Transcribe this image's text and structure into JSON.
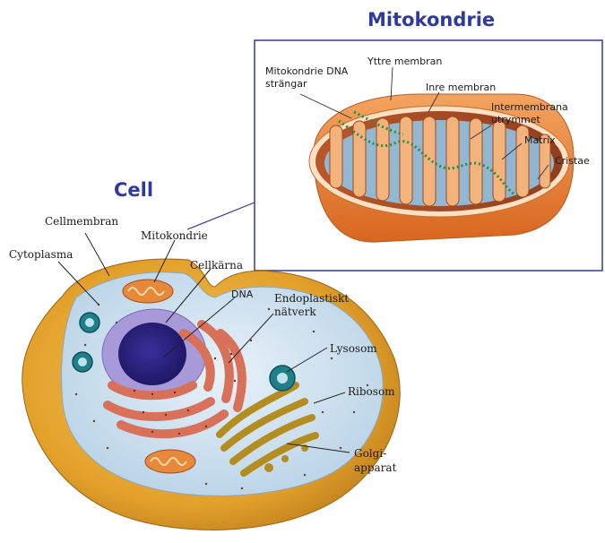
{
  "titles": {
    "mito": "Mitokondrie",
    "cell": "Cell"
  },
  "mito_labels": {
    "dna": "Mitokondrie DNA",
    "dna2": "strängar",
    "outer": "Yttre membran",
    "inner": "Inre membran",
    "inter1": "Intermembrana",
    "inter2": "utrymmet",
    "matrix": "Matrix",
    "cristae": "Cristae"
  },
  "cell_labels": {
    "cellmembran": "Cellmembran",
    "mitokondrie": "Mitokondrie",
    "cytoplasma": "Cytoplasma",
    "cellkarna": "Cellkärna",
    "dna": "DNA",
    "er1": "Endoplastiskt",
    "er2": "nätverk",
    "lysosom": "Lysosom",
    "ribosom": "Ribosom",
    "golgi1": "Golgi-",
    "golgi2": "apparat"
  },
  "colors": {
    "title": "#2f3a9e",
    "cell_outer": "#e3a12b",
    "cytoplasm": "#cfe3f0",
    "nucleus": "#9b8fd0",
    "er": "#d9705a",
    "golgi": "#b38d1f",
    "mito_body": "#e7893a",
    "mito_matrix": "#8fc3e6",
    "dna_green": "#2e8b3c"
  }
}
